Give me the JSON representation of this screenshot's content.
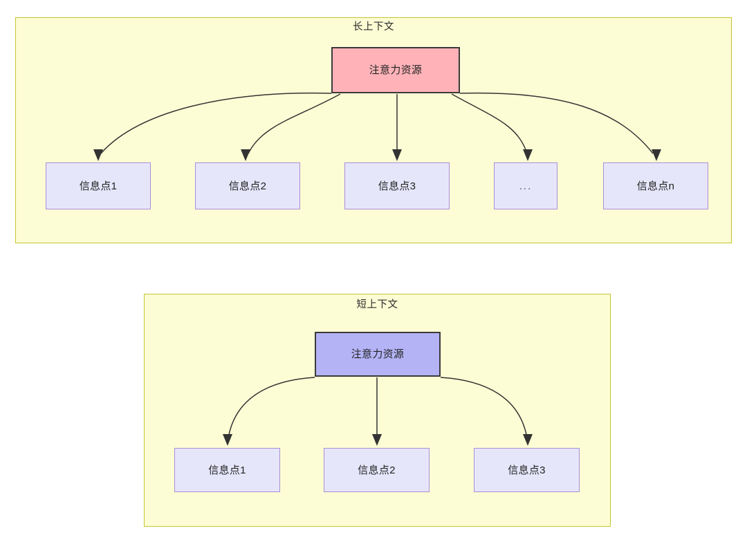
{
  "diagram": {
    "type": "flow-diagram",
    "background_color": "#ffffff",
    "panels": [
      {
        "id": "long-context",
        "title": "长上下文",
        "fill_color": "#fdfdd5",
        "border_color": "#c5c52f",
        "root": {
          "label": "注意力资源",
          "fill_color": "#ffb3b8",
          "border_color": "#3a3a3a"
        },
        "children": [
          {
            "label": "信息点1",
            "fill_color": "#e6e6fb",
            "border_color": "#a98ed6"
          },
          {
            "label": "信息点2",
            "fill_color": "#e6e6fb",
            "border_color": "#a98ed6"
          },
          {
            "label": "信息点3",
            "fill_color": "#e6e6fb",
            "border_color": "#a98ed6"
          },
          {
            "label": "...",
            "fill_color": "#e6e6fb",
            "border_color": "#a98ed6"
          },
          {
            "label": "信息点n",
            "fill_color": "#e6e6fb",
            "border_color": "#a98ed6"
          }
        ]
      },
      {
        "id": "short-context",
        "title": "短上下文",
        "fill_color": "#fdfdd5",
        "border_color": "#c5c52f",
        "root": {
          "label": "注意力资源",
          "fill_color": "#b3b3f5",
          "border_color": "#3a3a3a"
        },
        "children": [
          {
            "label": "信息点1",
            "fill_color": "#e6e6fb",
            "border_color": "#a98ed6"
          },
          {
            "label": "信息点2",
            "fill_color": "#e6e6fb",
            "border_color": "#a98ed6"
          },
          {
            "label": "信息点3",
            "fill_color": "#e6e6fb",
            "border_color": "#a98ed6"
          }
        ]
      }
    ],
    "edge_color": "#333333",
    "arrow_style": "curved-with-filled-triangle-head"
  }
}
